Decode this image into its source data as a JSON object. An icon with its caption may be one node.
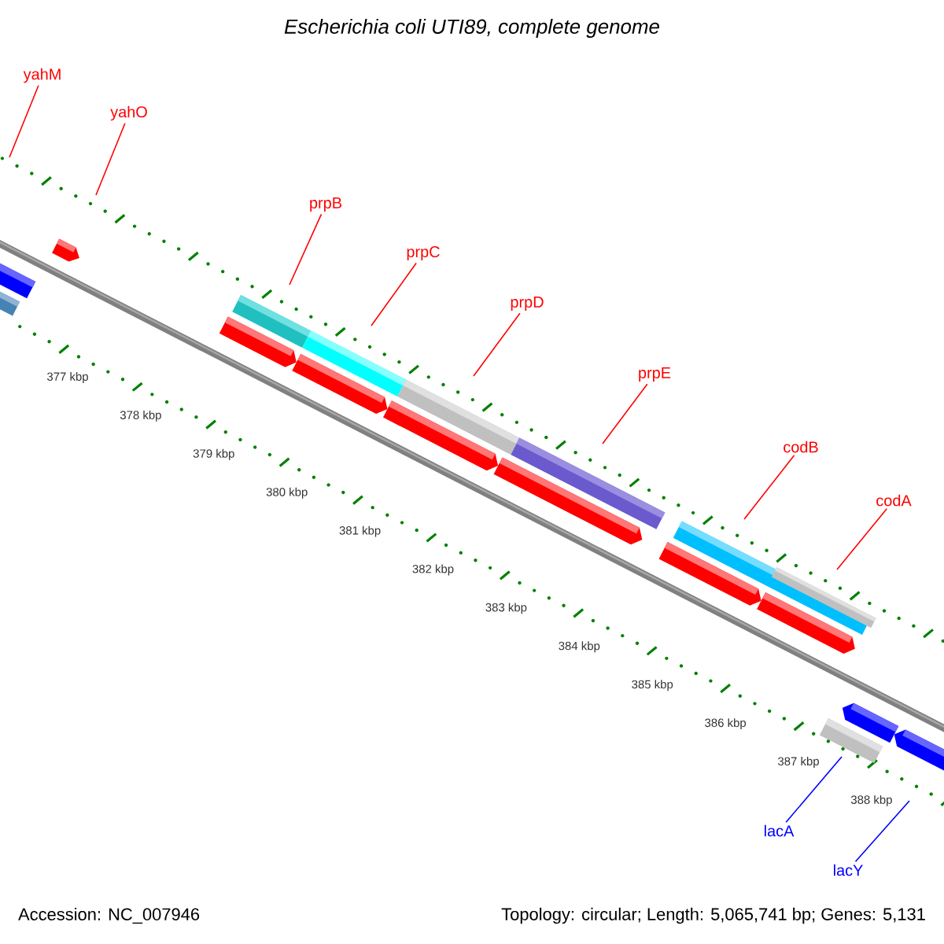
{
  "diagram": {
    "title": "Escherichia coli UTI89, complete genome",
    "nodes": [
      {
        "text": [
          "yahM"
        ]
      },
      {
        "text": [
          "yahO"
        ]
      },
      {
        "text": [
          "prpB"
        ]
      },
      {
        "text": [
          "prpC"
        ]
      },
      {
        "text": [
          "prpD"
        ]
      },
      {
        "text": [
          "prpE"
        ]
      },
      {
        "text": [
          "codB"
        ]
      },
      {
        "text": [
          "codA"
        ]
      },
      {
        "text": [
          "lacA"
        ]
      },
      {
        "text": [
          "lacY"
        ]
      }
    ],
    "edges": [
      {
        "from": 0,
        "to": null,
        "arrow": "none"
      },
      {
        "from": 1,
        "to": null,
        "arrow": "none"
      },
      {
        "from": 2,
        "to": null,
        "arrow": "none"
      },
      {
        "from": 3,
        "to": null,
        "arrow": "none"
      },
      {
        "from": 4,
        "to": null,
        "arrow": "none"
      },
      {
        "from": 5,
        "to": null,
        "arrow": "none"
      },
      {
        "from": 6,
        "to": null,
        "arrow": "none"
      },
      {
        "from": 7,
        "to": null,
        "arrow": "none"
      },
      {
        "from": 8,
        "to": null,
        "arrow": "none",
        "color": "#0000ff"
      },
      {
        "from": 9,
        "to": null,
        "arrow": "none",
        "color": "#0000ff"
      }
    ],
    "labels": [
      "377 kbp",
      "378 kbp",
      "379 kbp",
      "380 kbp",
      "381 kbp",
      "382 kbp",
      "383 kbp",
      "384 kbp",
      "385 kbp",
      "386 kbp",
      "387 kbp",
      "388 kbp",
      "Accession: NC_007946",
      "Topology: circular; Length: 5,065,741 bp; Genes: 5,131"
    ]
  }
}
